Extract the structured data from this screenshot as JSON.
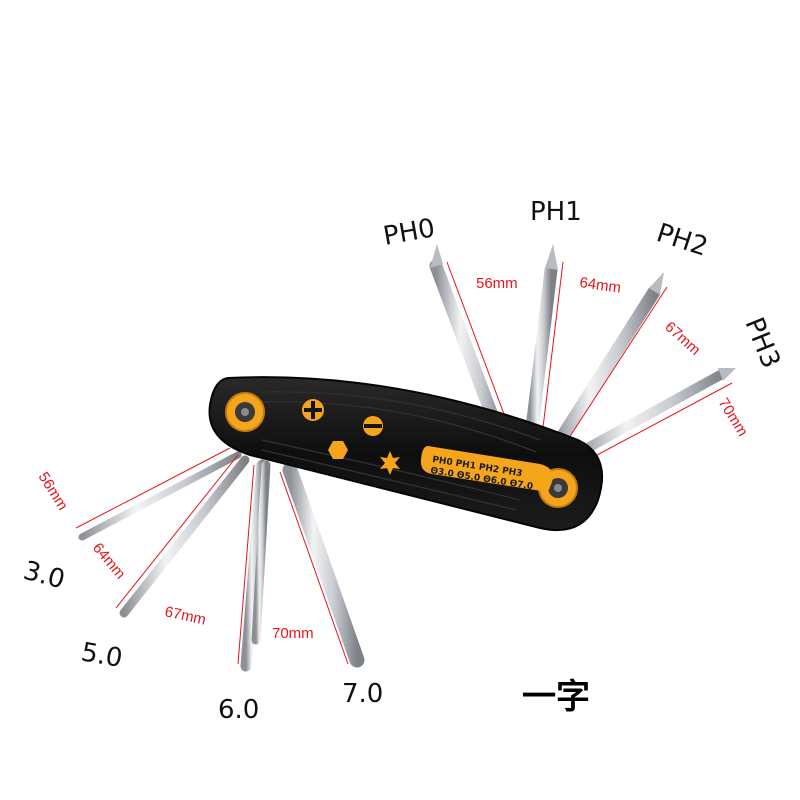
{
  "phillips_bits": [
    {
      "label": "PH0",
      "length": "56mm"
    },
    {
      "label": "PH1",
      "length": "64mm"
    },
    {
      "label": "PH2",
      "length": "67mm"
    },
    {
      "label": "PH3",
      "length": "70mm"
    }
  ],
  "slotted_bits": [
    {
      "label": "3.0",
      "length": "56mm"
    },
    {
      "label": "5.0",
      "length": "64mm"
    },
    {
      "label": "6.0",
      "length": "67mm"
    },
    {
      "label": "7.0",
      "length": "70mm"
    }
  ],
  "handle_plate": {
    "line1": "PH0 PH1 PH2 PH3",
    "line2": "Θ3.0 Θ5.0 Θ6.0 Θ7.0"
  },
  "slotted_caption": "一字",
  "colors": {
    "handle": "#141414",
    "accent": "#f5a51c",
    "dimension_text": "#e8141c",
    "blade": "#cfd2d6"
  }
}
